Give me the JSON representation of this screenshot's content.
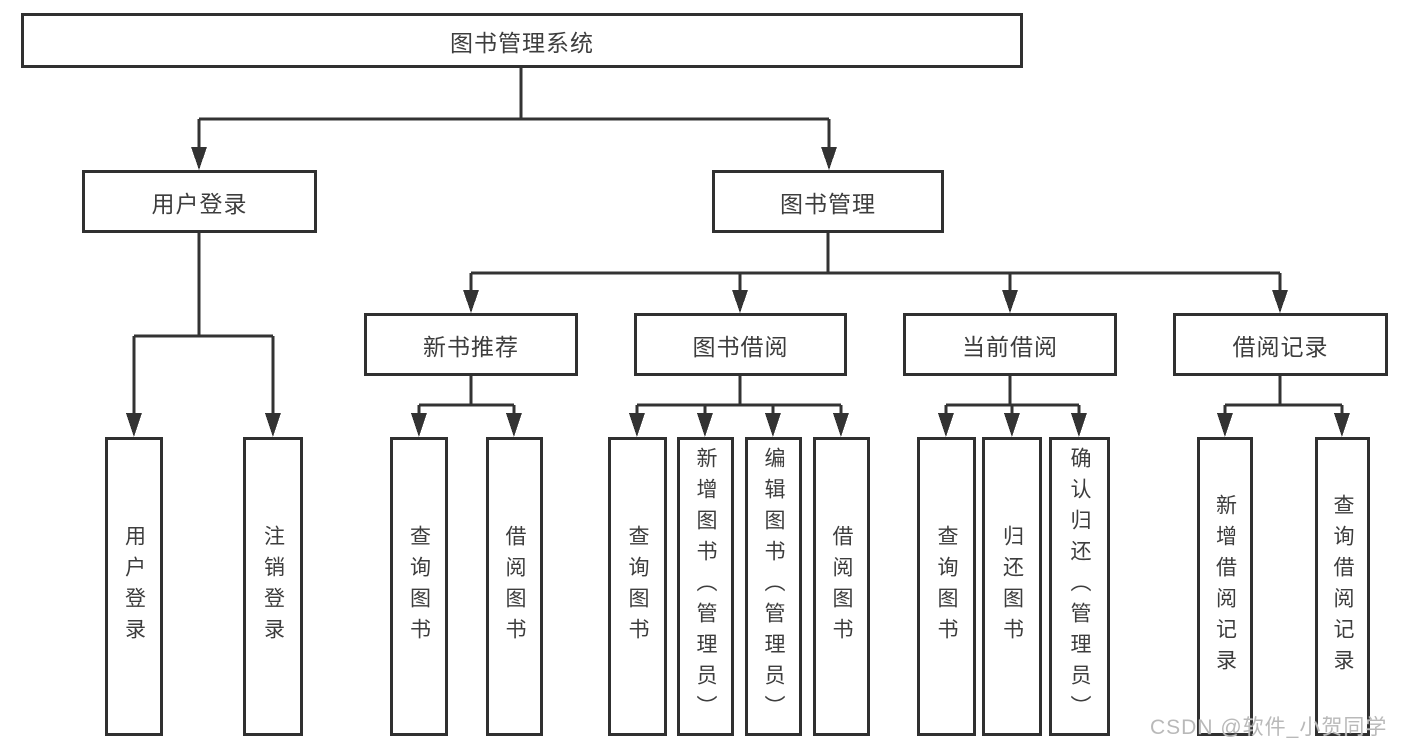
{
  "diagram": {
    "type": "tree",
    "line_color": "#333333",
    "text_color": "#3d3d3d",
    "root": {
      "label": "图书管理系统",
      "children": [
        {
          "label": "用户登录",
          "children": [
            {
              "label": "用户登录"
            },
            {
              "label": "注销登录"
            }
          ]
        },
        {
          "label": "图书管理",
          "children": [
            {
              "label": "新书推荐",
              "children": [
                {
                  "label": "查询图书"
                },
                {
                  "label": "借阅图书"
                }
              ]
            },
            {
              "label": "图书借阅",
              "children": [
                {
                  "label": "查询图书"
                },
                {
                  "label": "新增图书（管理员）"
                },
                {
                  "label": "编辑图书（管理员）"
                },
                {
                  "label": "借阅图书"
                }
              ]
            },
            {
              "label": "当前借阅",
              "children": [
                {
                  "label": "查询图书"
                },
                {
                  "label": "归还图书"
                },
                {
                  "label": "确认归还（管理员）"
                }
              ]
            },
            {
              "label": "借阅记录",
              "children": [
                {
                  "label": "新增借阅记录"
                },
                {
                  "label": "查询借阅记录"
                }
              ]
            }
          ]
        }
      ]
    }
  },
  "watermark": {
    "text": "CSDN @软件_小贺同学",
    "color": "#b9b9b9"
  }
}
